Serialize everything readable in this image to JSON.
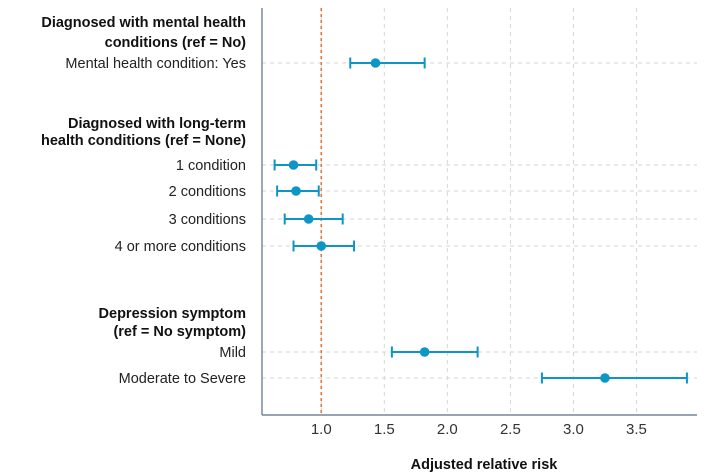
{
  "chart_data": {
    "type": "scatter",
    "subtype": "forest-plot",
    "title": "",
    "xlabel": "Adjusted relative risk",
    "ylabel": "",
    "xlim": [
      0.53,
      3.98
    ],
    "xticks": [
      {
        "value": 1.0,
        "label": "1.0"
      },
      {
        "value": 1.5,
        "label": "1.5"
      },
      {
        "value": 2.0,
        "label": "2.0"
      },
      {
        "value": 2.5,
        "label": "2.5"
      },
      {
        "value": 3.0,
        "label": "3.0"
      },
      {
        "value": 3.5,
        "label": "3.5"
      }
    ],
    "reference_value": 1.0,
    "grid": true,
    "colors": {
      "point": "#0c95c5",
      "reference": "#e07b3c",
      "axis": "#5a6e88",
      "grid": "#d6d6d6"
    },
    "groups": [
      {
        "header": [
          "Diagnosed with mental health",
          "conditions (ref = No)"
        ],
        "rows": [
          {
            "label": "Mental health condition: Yes",
            "estimate": 1.43,
            "lower": 1.23,
            "upper": 1.82
          }
        ]
      },
      {
        "header": [
          "Diagnosed with long-term",
          "health conditions (ref = None)"
        ],
        "rows": [
          {
            "label": "1 condition",
            "estimate": 0.78,
            "lower": 0.63,
            "upper": 0.96
          },
          {
            "label": "2 conditions",
            "estimate": 0.8,
            "lower": 0.65,
            "upper": 0.98
          },
          {
            "label": "3 conditions",
            "estimate": 0.9,
            "lower": 0.71,
            "upper": 1.17
          },
          {
            "label": "4 or more conditions",
            "estimate": 1.0,
            "lower": 0.78,
            "upper": 1.26
          }
        ]
      },
      {
        "header": [
          "Depression symptom",
          "(ref = No symptom)"
        ],
        "rows": [
          {
            "label": "Mild",
            "estimate": 1.82,
            "lower": 1.56,
            "upper": 2.24
          },
          {
            "label": "Moderate to Severe",
            "estimate": 3.25,
            "lower": 2.75,
            "upper": 3.9
          }
        ]
      }
    ]
  }
}
